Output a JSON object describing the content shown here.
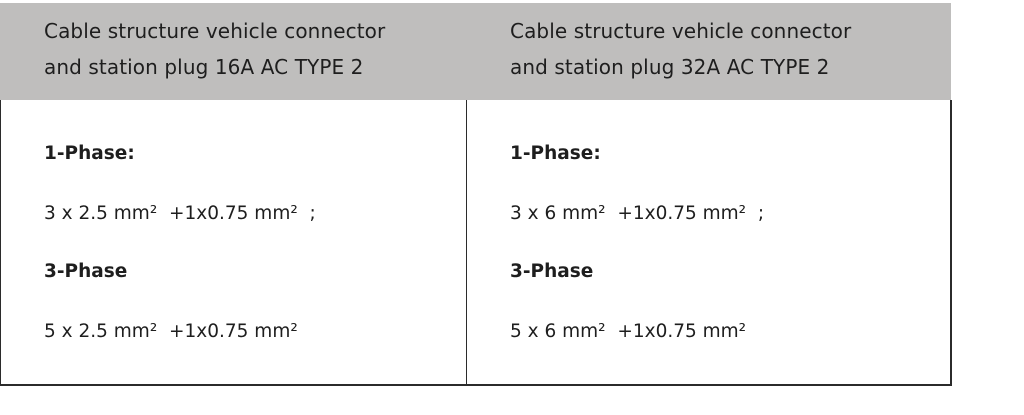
{
  "table": {
    "header_background": "#bfbebd",
    "columns": [
      {
        "header": {
          "line1": "Cable structure vehicle connector",
          "line2": "and station plug 16A AC TYPE 2"
        },
        "single_phase_label": "1-Phase:",
        "single_phase_value": "3 x 2.5 mm²  +1x0.75 mm²  ;",
        "three_phase_label": "3-Phase",
        "three_phase_value": "5 x 2.5 mm²  +1x0.75 mm²"
      },
      {
        "header": {
          "line1": "Cable structure vehicle connector",
          "line2": "and station plug 32A AC TYPE 2"
        },
        "single_phase_label": "1-Phase:",
        "single_phase_value": "3 x 6 mm²  +1x0.75 mm²  ;",
        "three_phase_label": "3-Phase",
        "three_phase_value": "5 x 6 mm²  +1x0.75 mm²"
      }
    ]
  }
}
